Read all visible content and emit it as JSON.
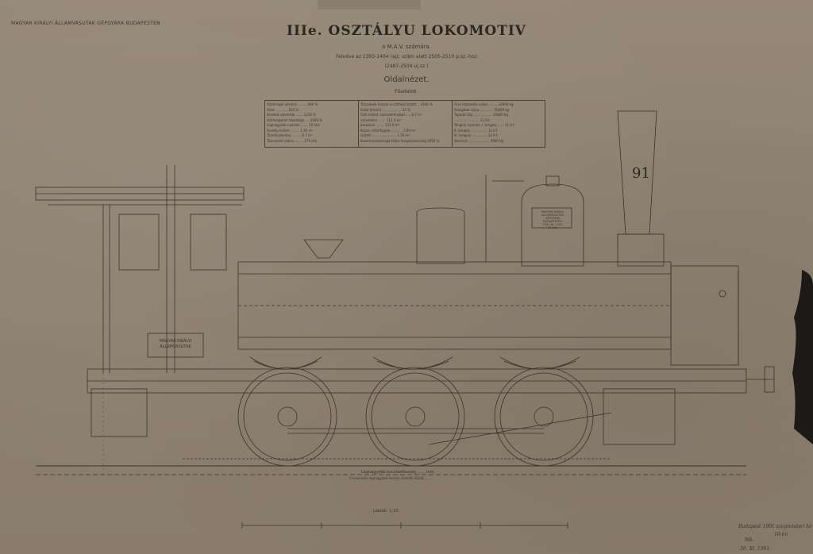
{
  "header_left": "MAGYAR KIRÁLYI ÁLLAMVASUTAK GÉPGYÁRA BUDAPESTEN",
  "title": "IIIe. OSZTÁLYU LOKOMOTIV",
  "subtitle": "a M.Á.V. számára.",
  "subtitle2": "Felvéve az 1393-1404 rajz. szám alatt 2505-2510 p.sz.-hoz",
  "subtitle3": "(2487-2504 uj sz.)",
  "section": "Oldalnézet.",
  "table_title": "Főadatok.",
  "dims_col1": [
    "Gőzhenger átmérő ......... 460 %",
    "löket ............ 632 %",
    "Kerekek átmérője ....... 1220 %",
    "Gőzhengerek távolsága .... 2000 %",
    "Legnagyobb nyomás ....... 10 atm",
    "Rostély felület ......... 1.92 m²",
    "Tüzelőszekrény ......... 8.7 m²",
    "Tüzcsövek száma ........ 176 drb"
  ],
  "dims_col2": [
    "Tüzcsövek hossza a csőfalak között .. 4300 %",
    "külső átmérő ................... 52 %",
    "Fütő felület: tüzszekrényben .... 8.7 m²",
    "csövekben ....... 112.3 m²",
    "összesen ........ 121.0 m²",
    "Kazán vizterfogata ........... 3.60 m³",
    "Gőztér ........................ 1.50 m³",
    "Kazánhosszonrugó teljes tengelytávolság 3650 %"
  ],
  "dims_col3": [
    "Üres lokomotiv súlya ......... 32000 kg",
    "Szolgálati súlya ............. 35800 kg",
    "Tapadó súly .................. 35800 kg",
    "  ......................... 11.9 t",
    "Tengely nyomás: I. tengely ...... 11.9 t",
    "II. tengely ................ 12.0 t",
    "III. tengely ............... 11.9 t",
    "Vonóerő ..................... 5960 kg"
  ],
  "boiler_plate": [
    "MAGYAR KIRÁLYI",
    "ÁLLAMVASUTAK",
    "GÉPGYÁRA",
    "BUDAPESTEN",
    "1901  Nr. 1100",
    "12  atm"
  ],
  "cab_plate": [
    "MAGYAR KIRÁLYI",
    "ÁLLAMVASUTAK"
  ],
  "chimney_number": "91",
  "scale_label": "Lépték: 1:10.",
  "note_bottom1": "Legnagyobb kocsiszélesség ...... mm",
  "note_bottom2": "A lokomotív legnagyobb hossza ütközők között .......",
  "signature_lines": [
    "Budapest 1901 szeptember hó",
    "10-én",
    "Mk.",
    "30. XI. 1901."
  ],
  "colors": {
    "paper": "#8e8272",
    "ink": "#3b342c",
    "shadow": "#1c1916"
  }
}
